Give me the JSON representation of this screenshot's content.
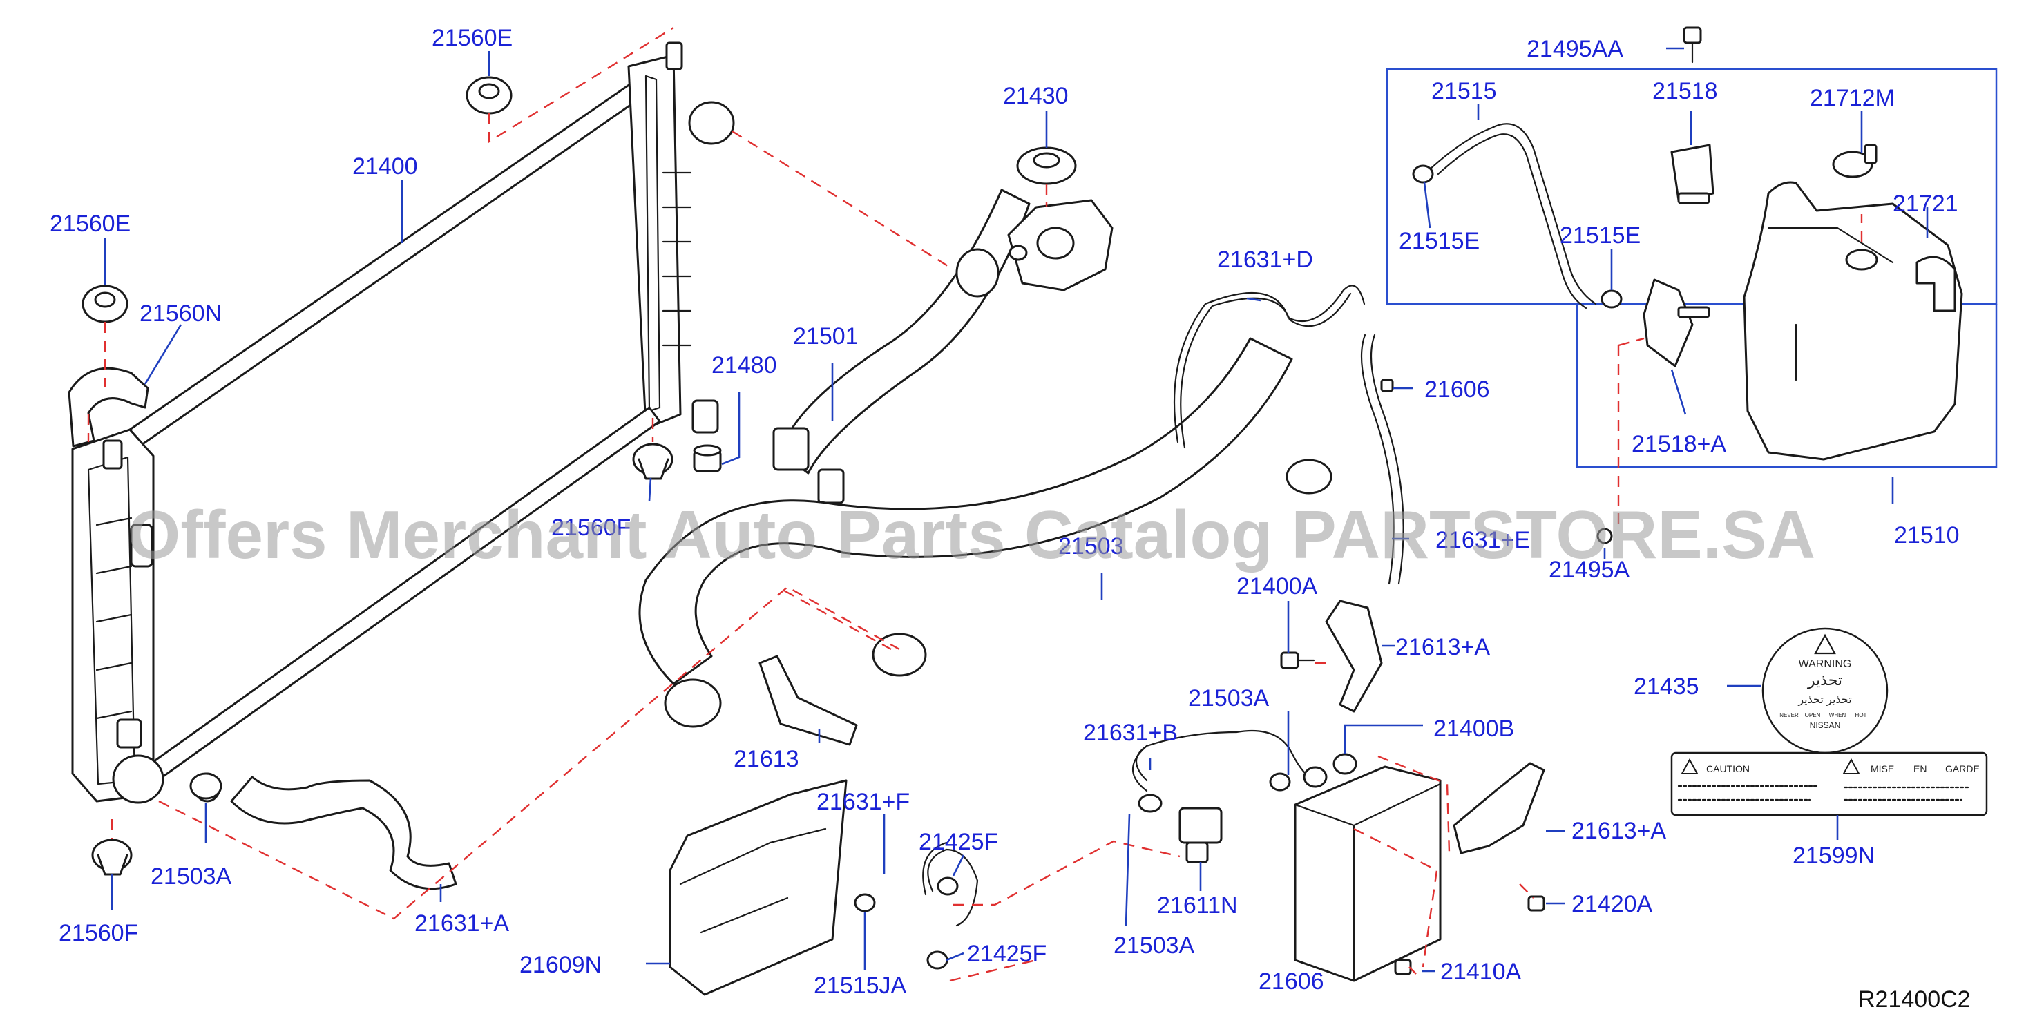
{
  "diagram_ref": "R21400C2",
  "watermark": "Offers Merchant Auto Parts Catalog PARTSTORE.SA",
  "callouts": {
    "c21560E_top": "21560E",
    "c21400": "21400",
    "c21560E_left": "21560E",
    "c21560N": "21560N",
    "c21560F_mid": "21560F",
    "c21480": "21480",
    "c21501": "21501",
    "c21430": "21430",
    "c21503": "21503",
    "c21613": "21613",
    "c21503A_left": "21503A",
    "c21560F_bot": "21560F",
    "c21631A": "21631+A",
    "c21631D": "21631+D",
    "c21606_top": "21606",
    "c21631E": "21631+E",
    "c21400A": "21400A",
    "c21613A_top": "21613+A",
    "c21503A_mid": "21503A",
    "c21400B": "21400B",
    "c21631B": "21631+B",
    "c21631F": "21631+F",
    "c21425F_top": "21425F",
    "c21425F_bot": "21425F",
    "c21515JA": "21515JA",
    "c21609N": "21609N",
    "c21611N": "21611N",
    "c21503A_bot": "21503A",
    "c21606_bot": "21606",
    "c21410A": "21410A",
    "c21420A": "21420A",
    "c21613A_bot": "21613+A",
    "c21495AA": "21495AA",
    "c21515": "21515",
    "c21518": "21518",
    "c21712M": "21712M",
    "c21721": "21721",
    "c21515E_left": "21515E",
    "c21515E_right": "21515E",
    "c21518A": "21518+A",
    "c21495A": "21495A",
    "c21510": "21510",
    "c21435": "21435",
    "c21599N": "21599N"
  },
  "warning_label": {
    "heading": "WARNING",
    "arabic_top": "تحذير",
    "arabic_sub": "تحذير تحذير",
    "small_row": [
      "NEVER",
      "OPEN",
      "WHEN",
      "HOT"
    ],
    "brand": "NISSAN"
  },
  "caution_label": {
    "caution": "CAUTION",
    "mise": "MISE",
    "en": "EN",
    "garde": "GARDE"
  },
  "colors": {
    "callout_text": "#1a22d6",
    "leader_line": "#1f3fbf",
    "dashed_line": "#e03030",
    "part_stroke": "#1a1a1a"
  }
}
